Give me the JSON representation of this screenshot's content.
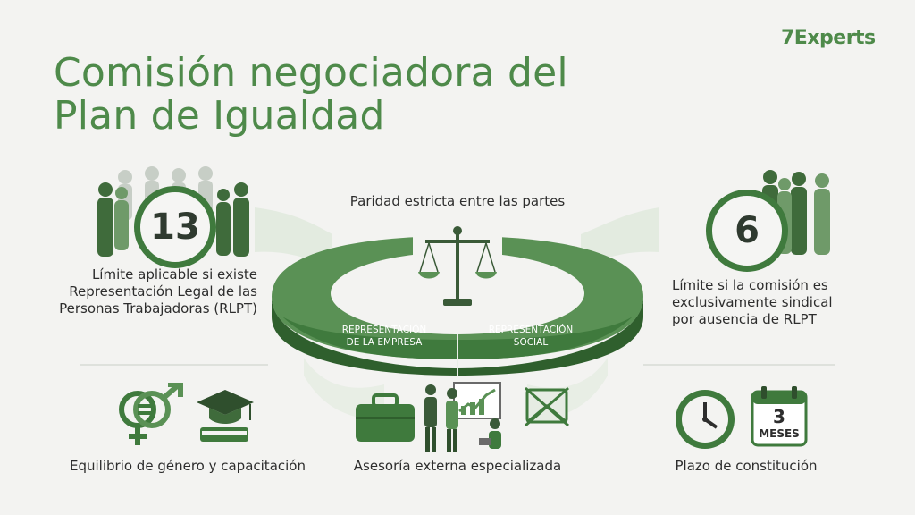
{
  "brand": {
    "logo_text": "7Experts",
    "accent": "#4e8a4a",
    "dark_green": "#3f7a3d"
  },
  "title": {
    "line1": "Comisión negociadora del",
    "line2": "Plan de Igualdad"
  },
  "center": {
    "heading": "Paridad estricta entre las partes",
    "left_segment": {
      "line1": "REPRESENTACIÓN",
      "line2": "DE LA EMPRESA"
    },
    "right_segment": {
      "line1": "REPRESENTACIÓN",
      "line2": "SOCIAL"
    },
    "icon": "balance-scale-icon"
  },
  "left_stat": {
    "number": "13",
    "line1": "Límite aplicable si existe",
    "line2": "Representación Legal de las",
    "line3": "Personas Trabajadoras (RLPT)",
    "icon": "people-group-icon"
  },
  "right_stat": {
    "number": "6",
    "line1": "Límite si la comisión es",
    "line2": "exclusivamente sindical",
    "line3": "por ausencia de RLPT",
    "icon": "people-group-icon"
  },
  "bottom": {
    "left": {
      "label": "Equilibrio de género y capacitación",
      "icons": [
        "gender-equality-icon",
        "graduation-cap-icon"
      ]
    },
    "center": {
      "label": "Asesoría externa especializada",
      "icons": [
        "briefcase-icon",
        "presentation-icon",
        "no-fax-icon"
      ]
    },
    "right": {
      "label": "Plazo de constitución",
      "calendar_number": "3",
      "calendar_unit": "MESES",
      "icons": [
        "clock-icon",
        "calendar-icon"
      ]
    }
  }
}
